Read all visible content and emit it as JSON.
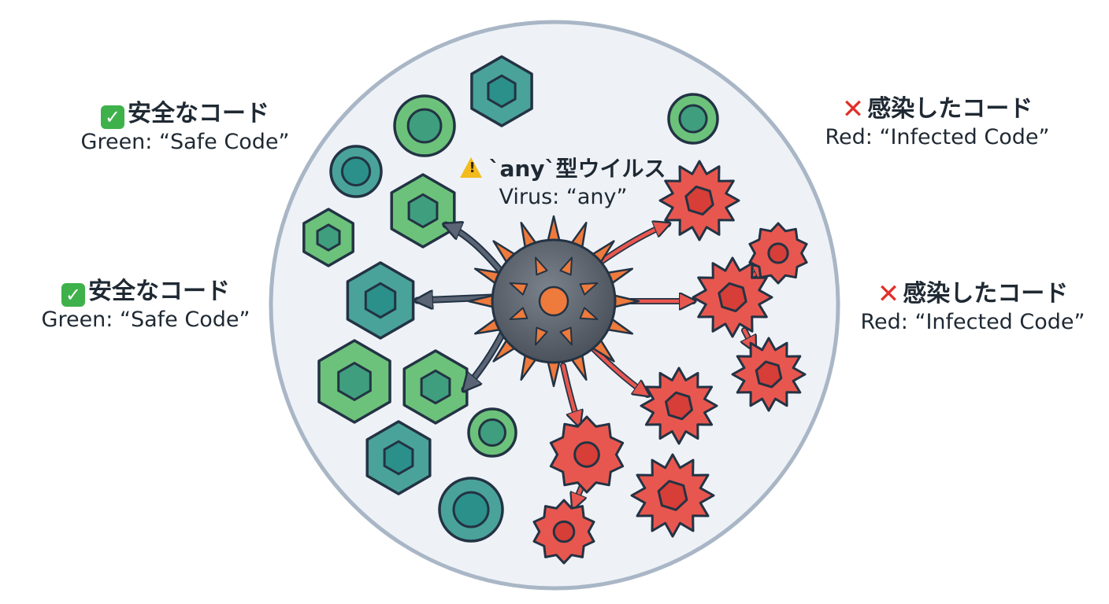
{
  "labels": {
    "safe_top": {
      "jp": "安全なコード",
      "en": "Green: “Safe Code”"
    },
    "safe_mid": {
      "jp": "安全なコード",
      "en": "Green: “Safe Code”"
    },
    "infected_top": {
      "jp": "感染したコード",
      "en": "Red: “Infected Code”"
    },
    "infected_mid": {
      "jp": "感染したコード",
      "en": "Red: “Infected Code”"
    },
    "virus": {
      "jp": "`any`型ウイルス",
      "en": "Virus: “any”"
    }
  },
  "icons": {
    "safe": "check-badge-icon",
    "infected": "red-x-icon",
    "virus": "warning-triangle-icon"
  },
  "colors": {
    "safe_light": "#6cc27a",
    "safe_teal": "#4aa39a",
    "infected": "#e8574f",
    "virus_body": "#5f6670",
    "virus_spike": "#ee7a3c",
    "outline": "#233344",
    "dish_fill": "#eef2f7",
    "dish_border": "#a9b6c6"
  }
}
